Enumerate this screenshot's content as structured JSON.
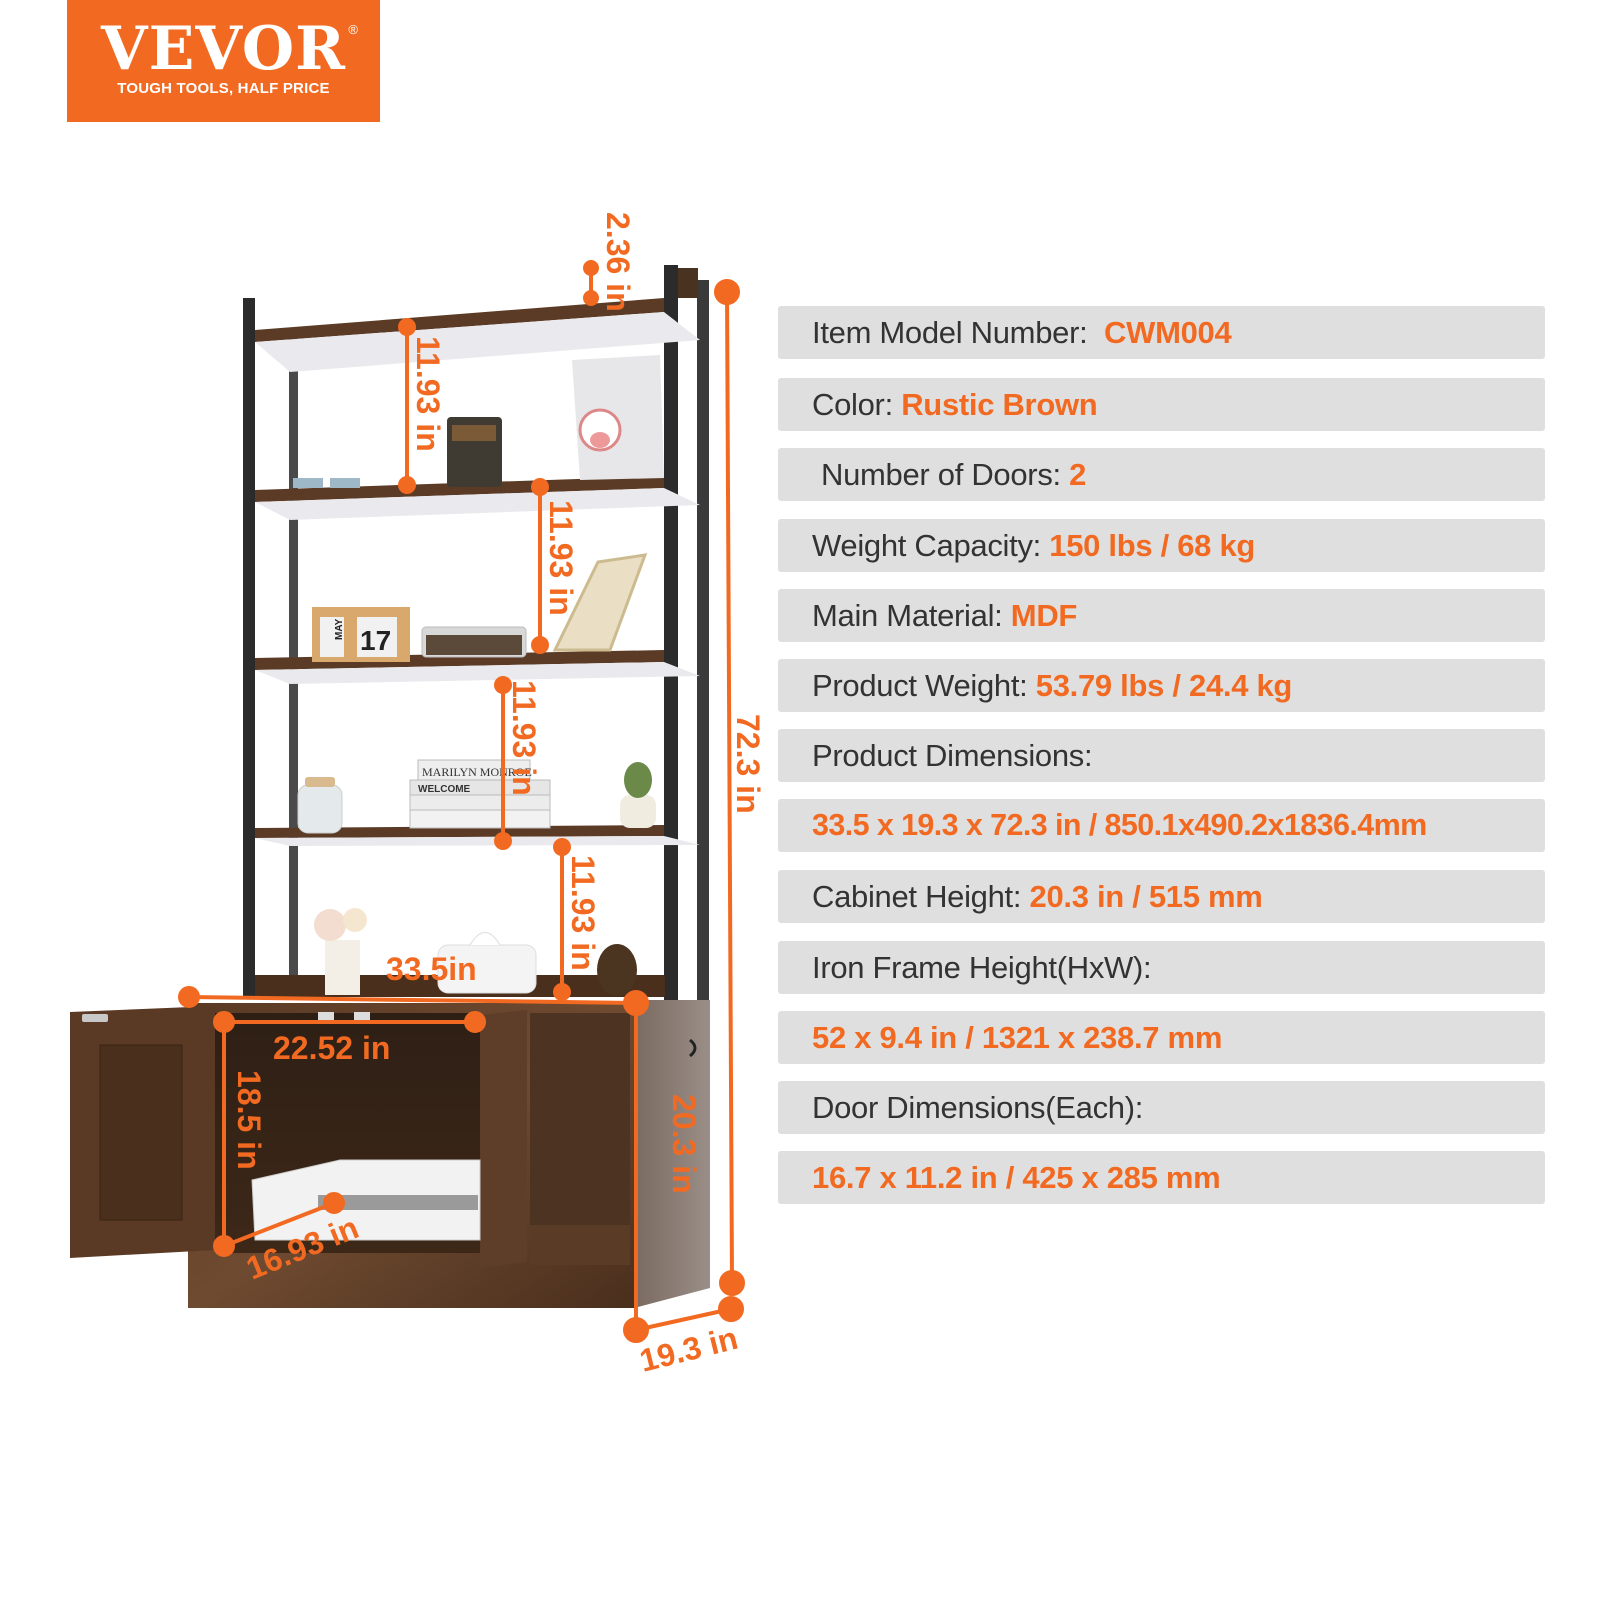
{
  "logo": {
    "brand": "VEVOR",
    "registered_mark": "®",
    "tagline": "TOUGH TOOLS, HALF PRICE",
    "color": "#f26a21"
  },
  "accent_color": "#f26a21",
  "specs": [
    {
      "label": "Item Model Number:  ",
      "value": "CWM004"
    },
    {
      "label": "Color: ",
      "value": "Rustic Brown"
    },
    {
      "label": "Number of Doors: ",
      "value": "2"
    },
    {
      "label": "Weight Capacity: ",
      "value": "150 lbs / 68 kg"
    },
    {
      "label": "Main Material: ",
      "value": "MDF"
    },
    {
      "label": "Product Weight: ",
      "value": "53.79 lbs / 24.4 kg"
    },
    {
      "label": "Product Dimensions:",
      "value": ""
    },
    {
      "label": "",
      "value": "33.5 x 19.3 x 72.3 in / 850.1x490.2x1836.4mm"
    },
    {
      "label": "Cabinet Height: ",
      "value": "20.3 in / 515 mm"
    },
    {
      "label": "Iron Frame Height(HxW):",
      "value": ""
    },
    {
      "label": "",
      "value": "52 x 9.4 in / 1321 x 238.7 mm"
    },
    {
      "label": "Door Dimensions(Each):",
      "value": ""
    },
    {
      "label": "",
      "value": "16.7 x 11.2 in / 425 x 285 mm"
    }
  ],
  "dimensions": {
    "top_gap": "2.36 in",
    "shelf_gap_1": "11.93 in",
    "shelf_gap_2": "11.93 in",
    "shelf_gap_3": "11.93 in",
    "shelf_gap_4": "11.93 in",
    "total_height": "72.3 in",
    "width": "33.5in",
    "inner_width": "22.52 in",
    "inner_height": "18.5 in",
    "inner_depth": "16.93 in",
    "cabinet_height": "20.3 in",
    "depth": "19.3 in"
  },
  "decor": {
    "calendar_month": "MAY",
    "calendar_day": "17",
    "book_title_1": "MARILYN MONROE",
    "book_title_2": "WELCOME"
  }
}
